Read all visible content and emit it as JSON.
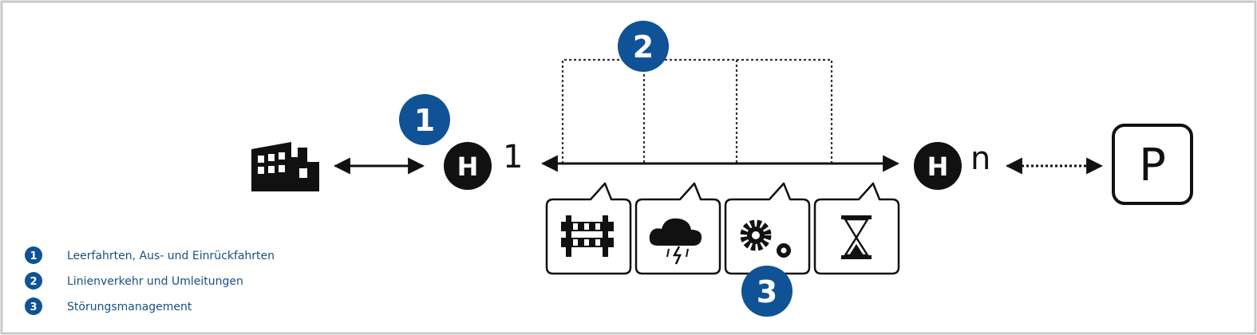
{
  "colors": {
    "accent": "#0f5296",
    "ink": "#111111",
    "frame": "#c8c8c8",
    "legend_text": "#1a4f7f"
  },
  "icons": {
    "depot": "factory-icon",
    "stop": "bus-stop-h-icon",
    "park": "parking-icon",
    "disruptions": [
      "barrier-icon",
      "storm-cloud-icon",
      "gears-icon",
      "hourglass-icon"
    ]
  },
  "diagram": {
    "stop_first": {
      "letter": "H",
      "index": "1"
    },
    "stop_last": {
      "letter": "H",
      "index": "n"
    },
    "parking": {
      "letter": "P"
    },
    "markers": [
      "1",
      "2",
      "3"
    ]
  },
  "legend": [
    {
      "num": "1",
      "text": "Leerfahrten, Aus- und Einrückfahrten"
    },
    {
      "num": "2",
      "text": "Linienverkehr und Umleitungen"
    },
    {
      "num": "3",
      "text": "Störungsmanagement"
    }
  ]
}
